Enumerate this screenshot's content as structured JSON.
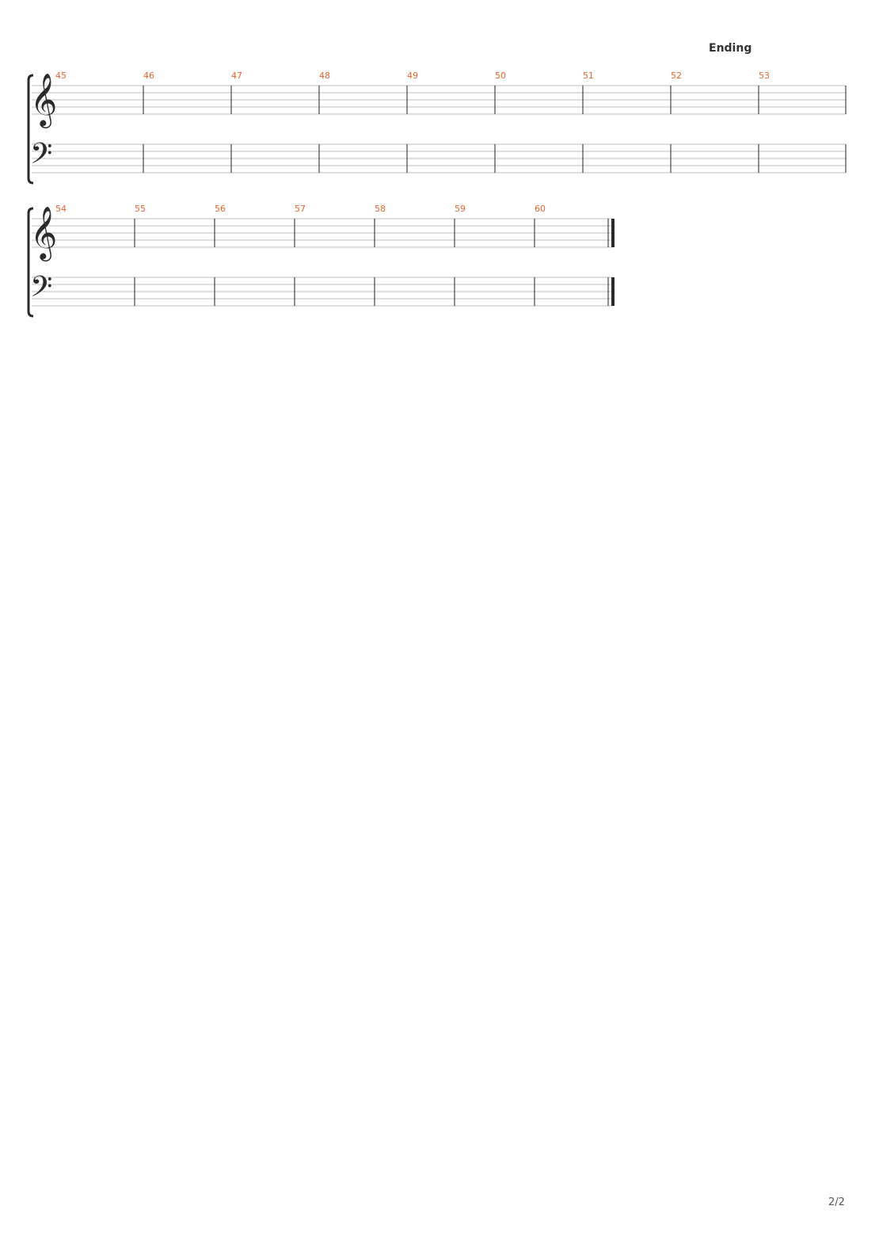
{
  "header": {
    "section_label": "Ending"
  },
  "footer": {
    "page_number": "2/2"
  },
  "colors": {
    "measure_number": "#e8622c",
    "staff_line": "#bdbdbd",
    "barline": "#444444",
    "ink": "#2b2b2b"
  },
  "systems": [
    {
      "clefs": [
        "treble-clef",
        "bass-clef"
      ],
      "measures": [
        "45",
        "46",
        "47",
        "48",
        "49",
        "50",
        "51",
        "52",
        "53"
      ],
      "final_barline": false
    },
    {
      "clefs": [
        "treble-clef",
        "bass-clef"
      ],
      "measures": [
        "54",
        "55",
        "56",
        "57",
        "58",
        "59",
        "60"
      ],
      "final_barline": true
    }
  ]
}
